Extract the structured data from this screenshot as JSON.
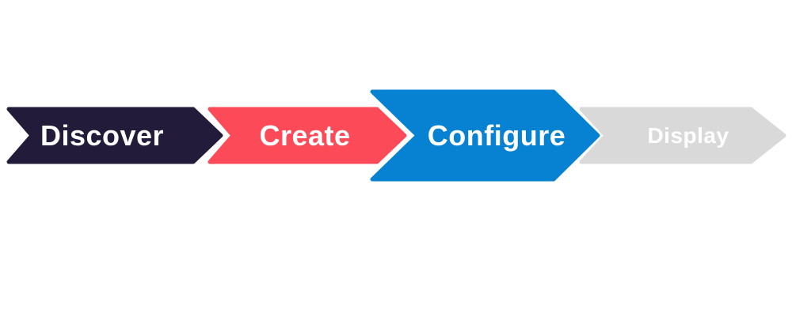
{
  "diagram": {
    "type": "process-flow-chevrons",
    "background_color": "#FFFFFF",
    "text_color": "#FFFFFF",
    "steps": [
      {
        "label": "Discover",
        "color": "#221C3A",
        "highlighted": false
      },
      {
        "label": "Create",
        "color": "#FC4A59",
        "highlighted": false
      },
      {
        "label": "Configure",
        "color": "#0782D2",
        "highlighted": true
      },
      {
        "label": "Display",
        "color": "#D9D9D9",
        "highlighted": false
      }
    ]
  }
}
